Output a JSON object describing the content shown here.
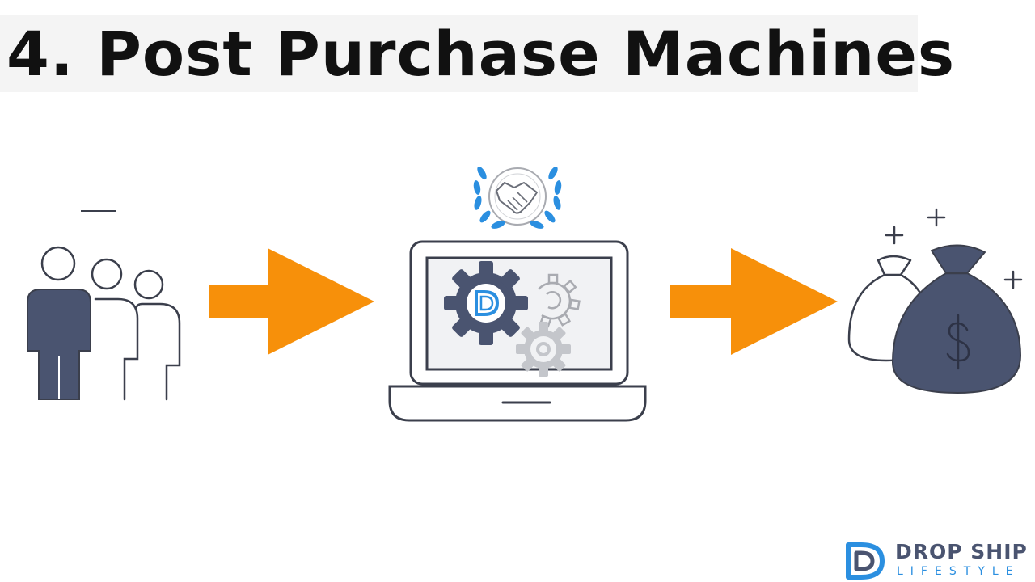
{
  "slide": {
    "title": "4. Post Purchase Machines"
  },
  "icons": {
    "customers": "people-group-icon",
    "arrow_1": "arrow-right-icon",
    "award": "handshake-award-icon",
    "laptop": "laptop-automation-icon",
    "gears": "gears-icon",
    "arrow_2": "arrow-right-icon",
    "money": "money-bags-icon"
  },
  "colors": {
    "arrow": "#f7900a",
    "navy": "#4a5470",
    "brand_blue": "#2b8fe0",
    "outline": "#3b3f4c",
    "gear_light": "#a9abb1"
  },
  "logo": {
    "line1": "DROP SHIP",
    "line2": "LIFESTYLE"
  }
}
